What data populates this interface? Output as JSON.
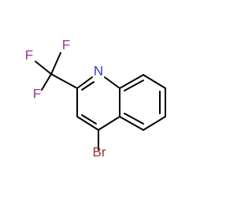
{
  "molecule": {
    "atoms": {
      "nitrogen": "N",
      "fluorine_top": "F",
      "fluorine_left": "F",
      "fluorine_bottom": "F",
      "bromine": "Br"
    },
    "colors": {
      "bond": "#000000",
      "nitrogen": "#3333cc",
      "fluorine": "#993399",
      "bromine": "#993333"
    }
  }
}
